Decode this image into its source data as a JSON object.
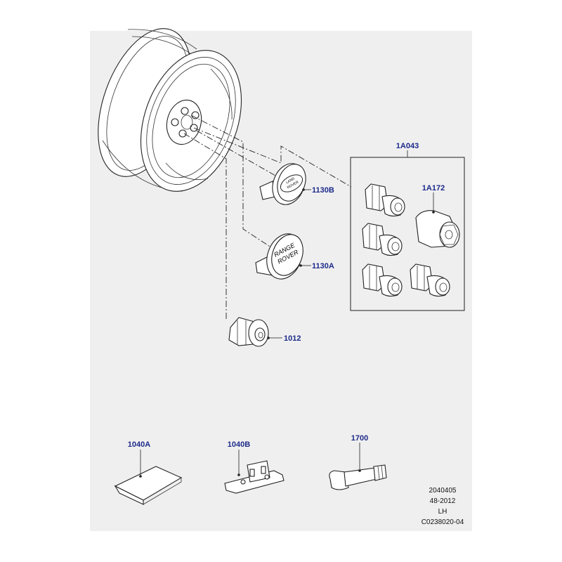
{
  "colors": {
    "panel": "#efefef",
    "callout": "#1c2a8a",
    "line": "#222222"
  },
  "parts": {
    "wheel": {
      "icon": "alloy-wheel-icon"
    },
    "center_cap_land_rover": {
      "label": "1130B",
      "badge_lines": [
        "LAND",
        "ROVER"
      ]
    },
    "center_cap_range_rover": {
      "label": "1130A",
      "badge_lines": [
        "RANGE",
        "ROVER"
      ]
    },
    "wheel_nut": {
      "label": "1012"
    },
    "locking_nut_set": {
      "label": "1A043"
    },
    "locking_nut_key": {
      "label": "1A172"
    },
    "weight_clip_on": {
      "label": "1040A"
    },
    "weight_stick_on": {
      "label": "1040B"
    },
    "valve": {
      "label": "1700"
    }
  },
  "reference": {
    "line1": "2040405",
    "line2": "48-2012",
    "line3": "LH",
    "line4": "C0238020-04"
  }
}
